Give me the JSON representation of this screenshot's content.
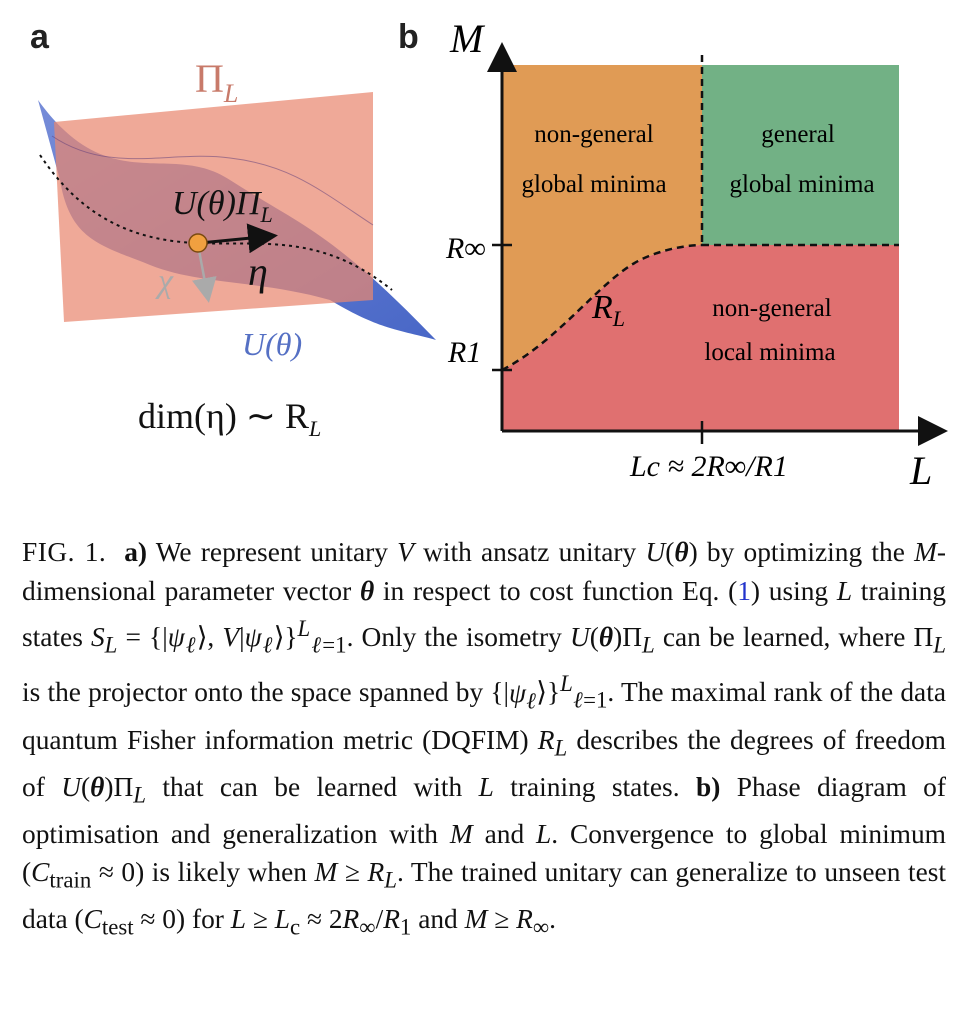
{
  "panel_a": {
    "label": "a",
    "projector_label": "Π",
    "projector_sub": "L",
    "isometry_label": "U(θ)Π",
    "isometry_sub": "L",
    "eta_label": "η",
    "chi_label": "χ",
    "unitary_label": "U(θ)",
    "dim_label": "dim(η) ∼ R",
    "dim_sub": "L"
  },
  "panel_b": {
    "label": "b",
    "y_axis_label": "M",
    "x_axis_label": "L",
    "y_ticks": [
      "R∞",
      "R1"
    ],
    "x_tick": "Lc ≈ 2R∞/R1",
    "curve_label": "R",
    "curve_sub": "L",
    "regions": [
      {
        "line1": "non-general",
        "line2": "global minima",
        "color": "#e09b55"
      },
      {
        "line1": "general",
        "line2": "global minima",
        "color": "#72b185"
      },
      {
        "line1": "non-general",
        "line2": "local minima",
        "color": "#e07070"
      }
    ]
  },
  "caption": {
    "fig_label": "FIG. 1.",
    "part_a": "a)",
    "part_b": "b)",
    "ref": "1"
  }
}
